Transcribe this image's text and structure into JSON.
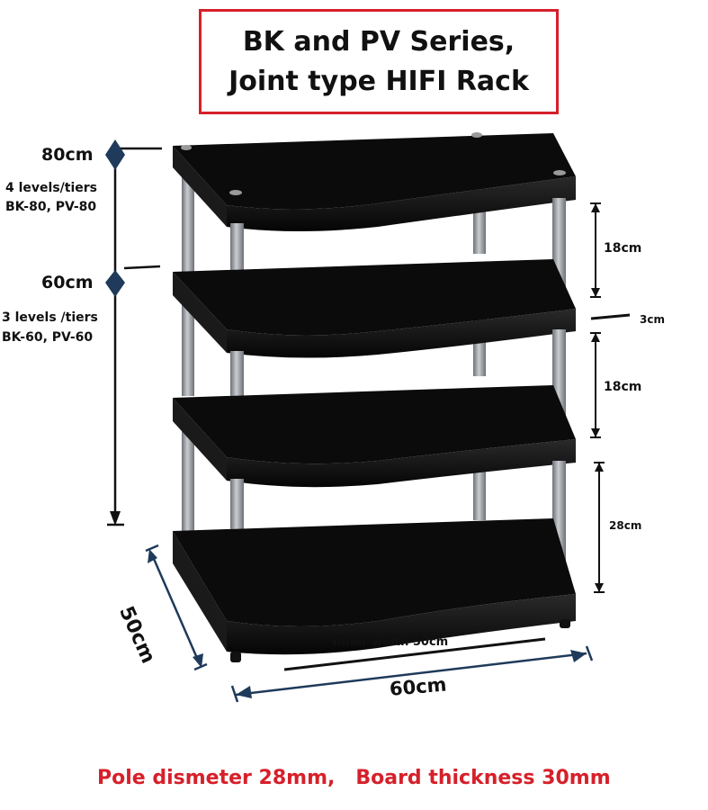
{
  "title": {
    "line1": "BK and PV Series,",
    "line2": "Joint type HIFI Rack"
  },
  "labels": {
    "height_80": "80cm",
    "tiers_4_line1": "4 levels/tiers",
    "tiers_4_line2": "BK-80, PV-80",
    "height_60": "60cm",
    "tiers_3_line1": "3 levels /tiers",
    "tiers_3_line2": "BK-60, PV-60",
    "gap_top": "18cm",
    "board_thickness": "3cm",
    "gap_middle": "18cm",
    "gap_bottom": "28cm",
    "depth": "50cm",
    "inner_width": "Inner width 50cm",
    "width": "60cm"
  },
  "footer": {
    "pole": "Pole dismeter 28mm,",
    "board": "Board thickness 30mm"
  },
  "colors": {
    "accent_red": "#d6202a",
    "dimension_navy": "#1f3a5a",
    "shelf_black": "#0b0b0b",
    "pole_grey": "#9a9ea3"
  }
}
